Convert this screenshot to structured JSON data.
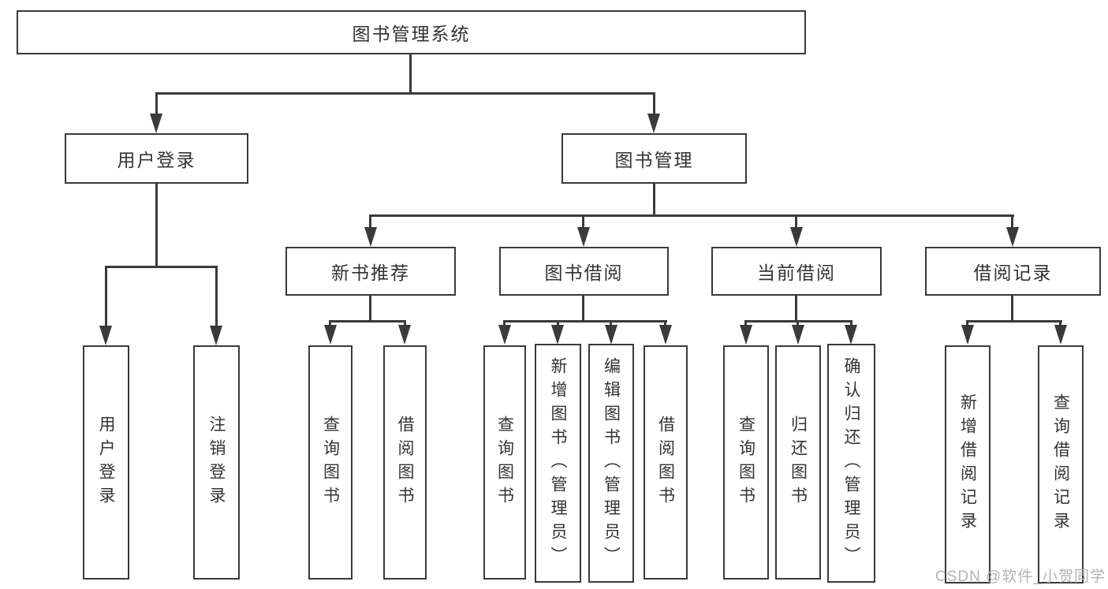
{
  "diagram": {
    "root_label": "图书管理系统",
    "branches": [
      {
        "label": "用户登录",
        "children": [
          "用户登录",
          "注销登录"
        ]
      },
      {
        "label": "图书管理",
        "groups": [
          {
            "label": "新书推荐",
            "children": [
              "查询图书",
              "借阅图书"
            ]
          },
          {
            "label": "图书借阅",
            "children": [
              "查询图书",
              "新增图书（管理员）",
              "编辑图书（管理员）",
              "借阅图书"
            ]
          },
          {
            "label": "当前借阅",
            "children": [
              "查询图书",
              "归还图书",
              "确认归还（管理员）"
            ]
          },
          {
            "label": "借阅记录",
            "children": [
              "新增借阅记录",
              "查询借阅记录"
            ]
          }
        ]
      }
    ]
  },
  "watermark": {
    "text": "CSDN @软件_小贺同学",
    "color": "#b3b3b3"
  },
  "colors": {
    "line": "#3a3a3a",
    "text": "#333333",
    "background": "#ffffff"
  }
}
